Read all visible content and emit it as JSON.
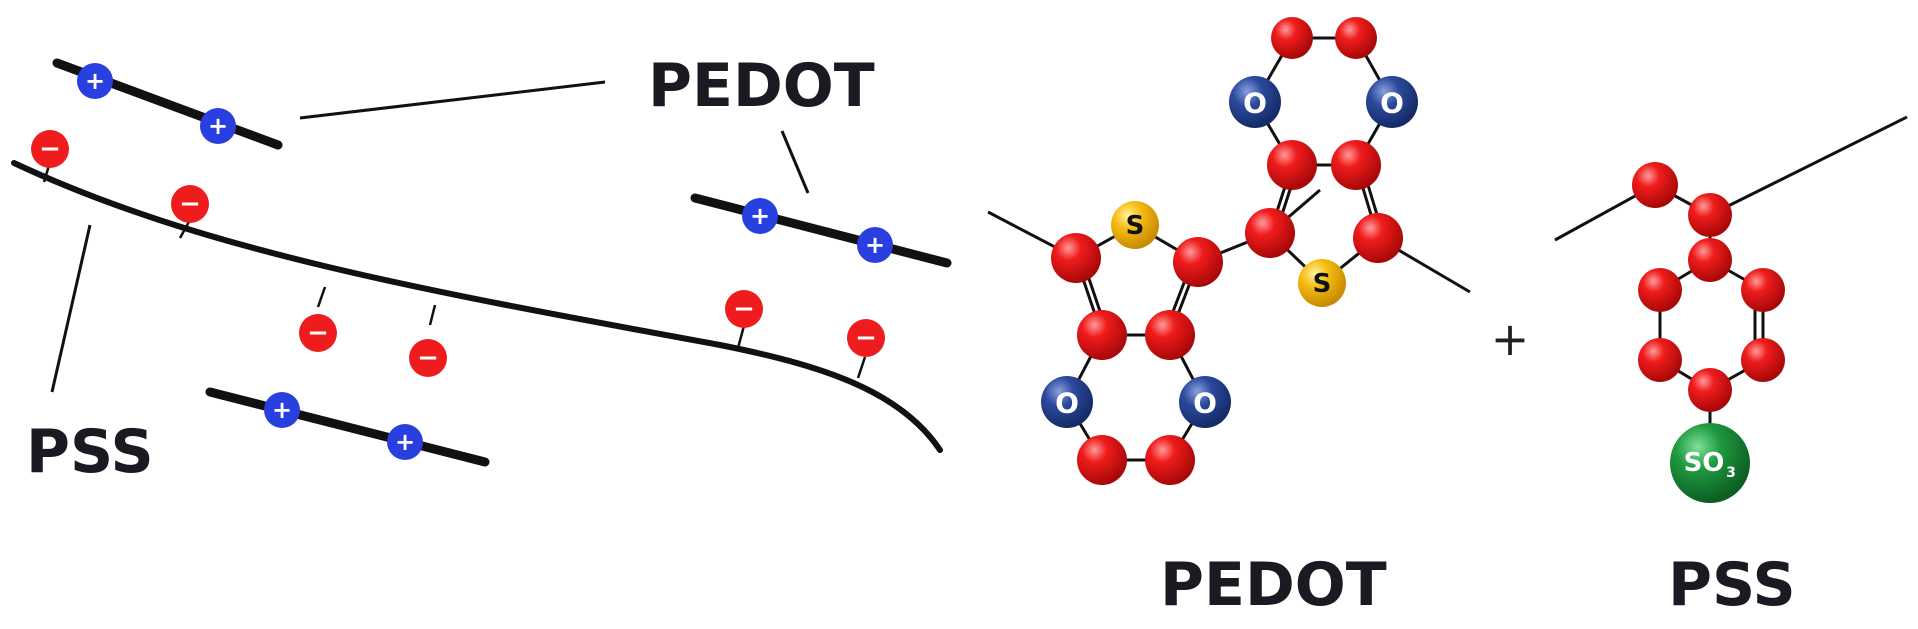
{
  "schematic": {
    "pedot_label": "PEDOT",
    "pss_label": "PSS",
    "positive_sign": "+",
    "negative_sign": "−"
  },
  "structures": {
    "pedot_label": "PEDOT",
    "pss_label": "PSS",
    "plus_sign": "+",
    "sulfur": "S",
    "oxygen": "O",
    "sulfonate": "SO",
    "sulfonate_sub": "3"
  },
  "colors": {
    "carbon_red": "#e8141a",
    "oxygen_blue": "#2c4a9c",
    "sulfur_yellow": "#f2b90f",
    "sulfonate_green": "#1f9a3f",
    "cation_blue": "#2a3fe0",
    "anion_red": "#ee1c1c",
    "bond_black": "#111111"
  }
}
